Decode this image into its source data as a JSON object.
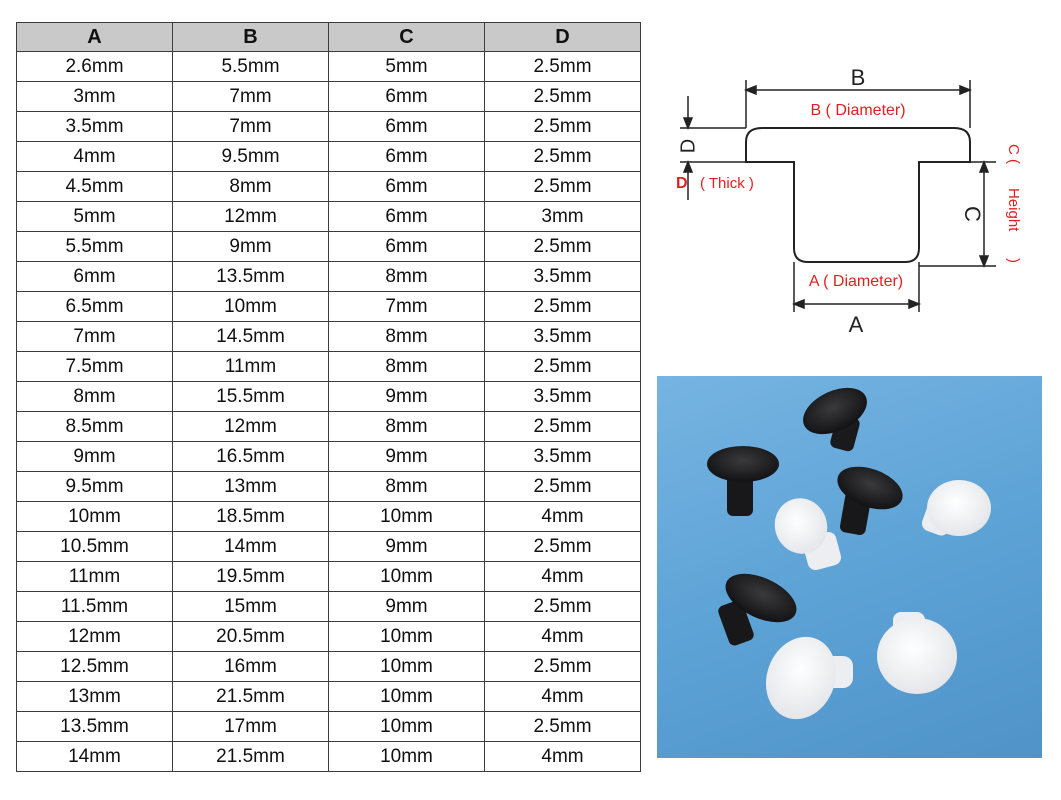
{
  "table": {
    "headers": [
      "A",
      "B",
      "C",
      "D"
    ],
    "rows": [
      [
        "2.6mm",
        "5.5mm",
        "5mm",
        "2.5mm"
      ],
      [
        "3mm",
        "7mm",
        "6mm",
        "2.5mm"
      ],
      [
        "3.5mm",
        "7mm",
        "6mm",
        "2.5mm"
      ],
      [
        "4mm",
        "9.5mm",
        "6mm",
        "2.5mm"
      ],
      [
        "4.5mm",
        "8mm",
        "6mm",
        "2.5mm"
      ],
      [
        "5mm",
        "12mm",
        "6mm",
        "3mm"
      ],
      [
        "5.5mm",
        "9mm",
        "6mm",
        "2.5mm"
      ],
      [
        "6mm",
        "13.5mm",
        "8mm",
        "3.5mm"
      ],
      [
        "6.5mm",
        "10mm",
        "7mm",
        "2.5mm"
      ],
      [
        "7mm",
        "14.5mm",
        "8mm",
        "3.5mm"
      ],
      [
        "7.5mm",
        "11mm",
        "8mm",
        "2.5mm"
      ],
      [
        "8mm",
        "15.5mm",
        "9mm",
        "3.5mm"
      ],
      [
        "8.5mm",
        "12mm",
        "8mm",
        "2.5mm"
      ],
      [
        "9mm",
        "16.5mm",
        "9mm",
        "3.5mm"
      ],
      [
        "9.5mm",
        "13mm",
        "8mm",
        "2.5mm"
      ],
      [
        "10mm",
        "18.5mm",
        "10mm",
        "4mm"
      ],
      [
        "10.5mm",
        "14mm",
        "9mm",
        "2.5mm"
      ],
      [
        "11mm",
        "19.5mm",
        "10mm",
        "4mm"
      ],
      [
        "11.5mm",
        "15mm",
        "9mm",
        "2.5mm"
      ],
      [
        "12mm",
        "20.5mm",
        "10mm",
        "4mm"
      ],
      [
        "12.5mm",
        "16mm",
        "10mm",
        "2.5mm"
      ],
      [
        "13mm",
        "21.5mm",
        "10mm",
        "4mm"
      ],
      [
        "13.5mm",
        "17mm",
        "10mm",
        "2.5mm"
      ],
      [
        "14mm",
        "21.5mm",
        "10mm",
        "4mm"
      ]
    ]
  },
  "diagram": {
    "label_b": "B",
    "label_b_desc": "B ( Diameter)",
    "label_d": "D",
    "label_d_desc_prefix": "D",
    "label_d_desc": "( Thick )",
    "label_c": "C",
    "label_c_desc_start": "C (",
    "label_c_desc": "Height",
    "label_c_desc_end": ")",
    "label_a": "A",
    "label_a_desc": "A ( Diameter)",
    "annotation_color": "#e02020",
    "outline_color": "#222222"
  },
  "photo": {
    "background_color": "#62a6d9",
    "black_plug_color": "#1c1c1e",
    "white_plug_color": "#f4f4f4"
  }
}
